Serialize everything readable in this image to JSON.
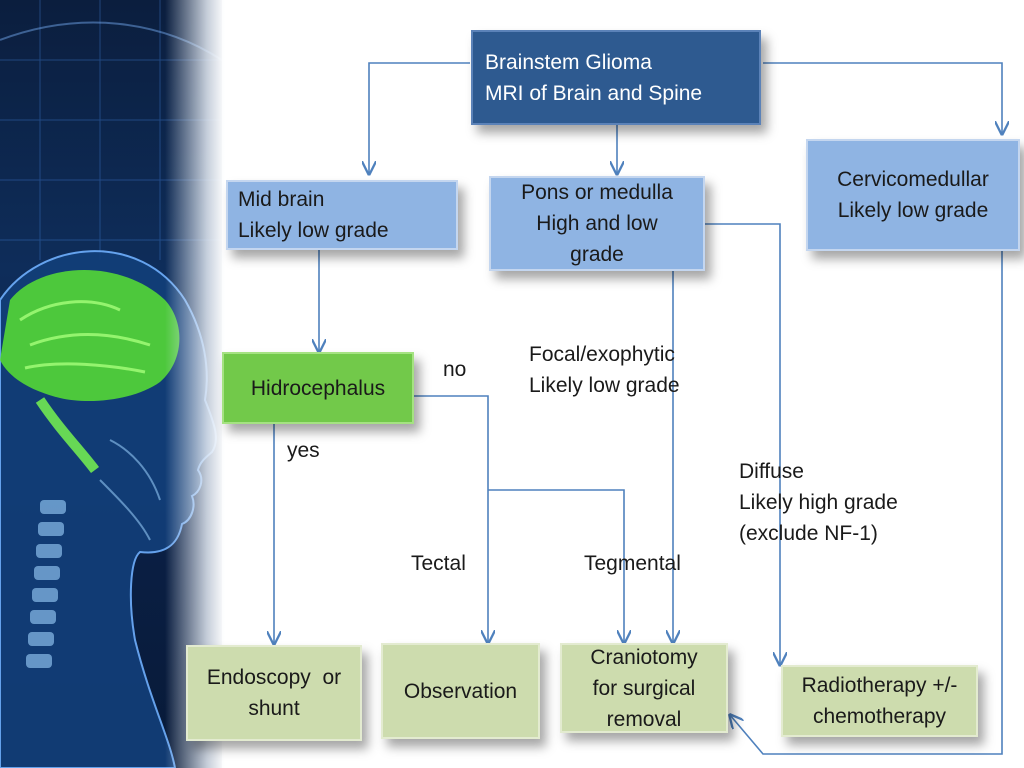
{
  "diagram": {
    "root": {
      "lines": [
        "Brainstem Glioma",
        "MRI of Brain and Spine"
      ]
    },
    "midbrain": {
      "lines": [
        "Mid brain",
        "Likely low grade"
      ]
    },
    "pons": {
      "lines": [
        "Pons or medulla",
        "High and low",
        "grade"
      ]
    },
    "cervico": {
      "lines": [
        "Cervicomedullar",
        "Likely low grade"
      ]
    },
    "hydro": {
      "lines": [
        "Hidrocephalus"
      ]
    },
    "endoscopy": {
      "lines": [
        "Endoscopy  or",
        "shunt"
      ]
    },
    "observation": {
      "lines": [
        "Observation"
      ]
    },
    "craniotomy": {
      "lines": [
        "Craniotomy",
        "for surgical",
        "removal"
      ]
    },
    "radiotherapy": {
      "lines": [
        "Radiotherapy +/-",
        "chemotherapy"
      ]
    },
    "edge_labels": {
      "no": "no",
      "yes": "yes",
      "focal": [
        "Focal/exophytic",
        "Likely low grade"
      ],
      "diffuse": [
        "Diffuse",
        "Likely high grade",
        "(exclude NF-1)"
      ],
      "tectal": "Tectal",
      "tegmental": "Tegmental"
    }
  },
  "colors": {
    "root_fill": "#2e5a90",
    "category_fill": "#8fb4e3",
    "hydro_fill": "#72c94a",
    "outcome_fill": "#cddcae",
    "connector": "#4f81bd",
    "side_art_glow": "#5cff3a"
  },
  "side_art": {
    "subject": "head-silhouette-with-brain-image"
  }
}
